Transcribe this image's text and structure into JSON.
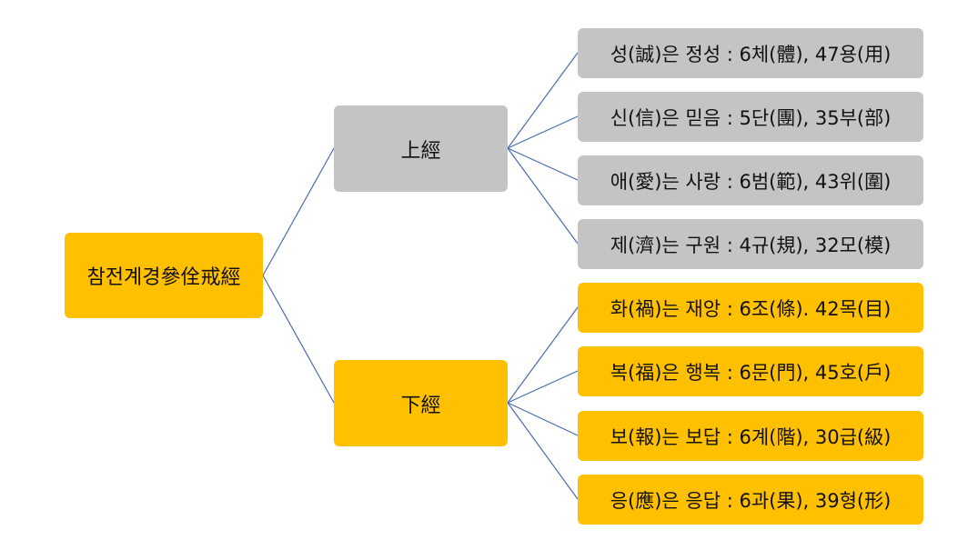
{
  "root": {
    "label": "참전계경參佺戒經"
  },
  "branches": [
    {
      "label": "上經",
      "color": "#c4c4c4",
      "leaves": [
        "성(誠)은  정성 : 6체(體),  47용(用)",
        "신(信)은  믿음 : 5단(團),  35부(部)",
        "애(愛)는  사랑 : 6범(範),  43위(圍)",
        "제(濟)는  구원 : 4규(規),  32모(模)"
      ]
    },
    {
      "label": "下經",
      "color": "#ffc000",
      "leaves": [
        "화(禍)는  재앙 : 6조(條).  42목(目)",
        "복(福)은  행복 : 6문(門),  45호(戶)",
        "보(報)는  보답 : 6계(階),  30급(級)",
        "응(應)은  응답 : 6과(果),  39형(形)"
      ]
    }
  ],
  "connector_color": "#4a6bb0"
}
